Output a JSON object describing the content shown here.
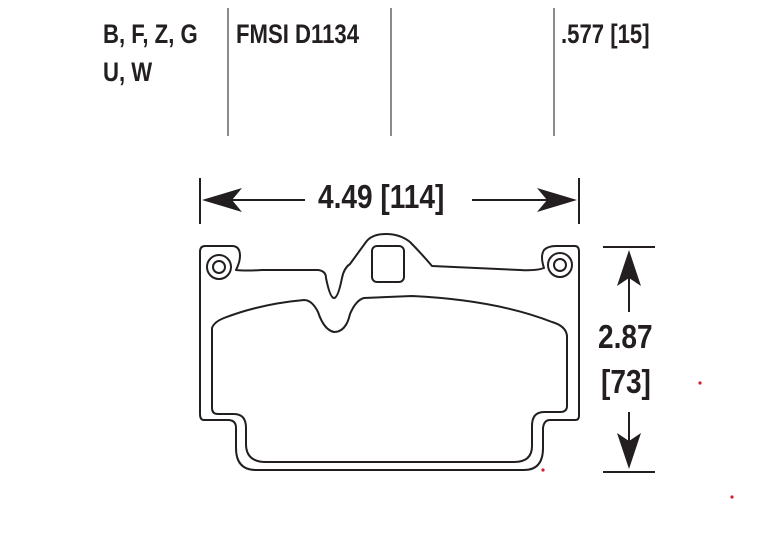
{
  "header": {
    "compounds_line1": "B, F, Z, G",
    "compounds_line2": "U, W",
    "fmsi": "FMSI D1134",
    "thickness": ".577 [15]"
  },
  "dimensions": {
    "width": "4.49 [114]",
    "height_in": "2.87",
    "height_mm": "[73]"
  },
  "colors": {
    "line": "#231f20",
    "divider": "#8a8a8a",
    "marker": "#d0202a"
  }
}
